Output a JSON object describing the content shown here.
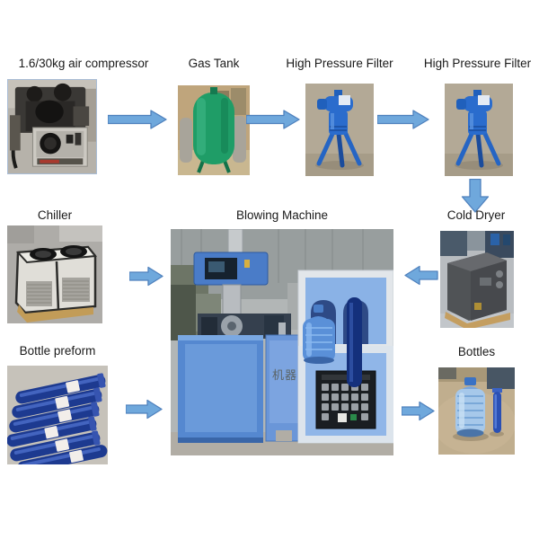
{
  "diagram": {
    "background": "#ffffff",
    "nodes": {
      "air_compressor": {
        "label": "1.6/30kg air compressor",
        "image": "black piston air compressor unit"
      },
      "gas_tank": {
        "label": "Gas Tank",
        "image": "green vertical air storage tank"
      },
      "hp_filter_1": {
        "label": "High Pressure Filter",
        "image": "blue high pressure filter on tripod legs"
      },
      "hp_filter_2": {
        "label": "High Pressure Filter",
        "image": "blue high pressure filter on tripod legs"
      },
      "chiller": {
        "label": "Chiller",
        "image": "white industrial chiller with twin top fans on pallet"
      },
      "blowing_machine": {
        "label": "Blowing Machine",
        "image": "blue semi-automatic bottle blowing machines in workshop",
        "watermark": "机器"
      },
      "cold_dryer": {
        "label": "Cold Dryer",
        "image": "grey refrigerated air dryer box on wooden pallet"
      },
      "bottle_preform": {
        "label": "Bottle preform",
        "image": "stack of blue 5-gallon bottle preforms with labels"
      },
      "bottles": {
        "label": "Bottles",
        "image": "blue 5-gallon bottle with preform standing beside it"
      }
    },
    "flow": [
      {
        "from": "air_compressor",
        "to": "gas_tank",
        "direction": "right"
      },
      {
        "from": "gas_tank",
        "to": "hp_filter_1",
        "direction": "right"
      },
      {
        "from": "hp_filter_1",
        "to": "hp_filter_2",
        "direction": "right"
      },
      {
        "from": "hp_filter_2",
        "to": "cold_dryer",
        "direction": "down"
      },
      {
        "from": "cold_dryer",
        "to": "blowing_machine",
        "direction": "left"
      },
      {
        "from": "chiller",
        "to": "blowing_machine",
        "direction": "right"
      },
      {
        "from": "bottle_preform",
        "to": "blowing_machine",
        "direction": "right"
      },
      {
        "from": "blowing_machine",
        "to": "bottles",
        "direction": "right"
      }
    ],
    "colors": {
      "arrow_fill": "#6FA8DC",
      "arrow_border": "#4F81BD",
      "label_text": "#1A1A1A"
    }
  }
}
